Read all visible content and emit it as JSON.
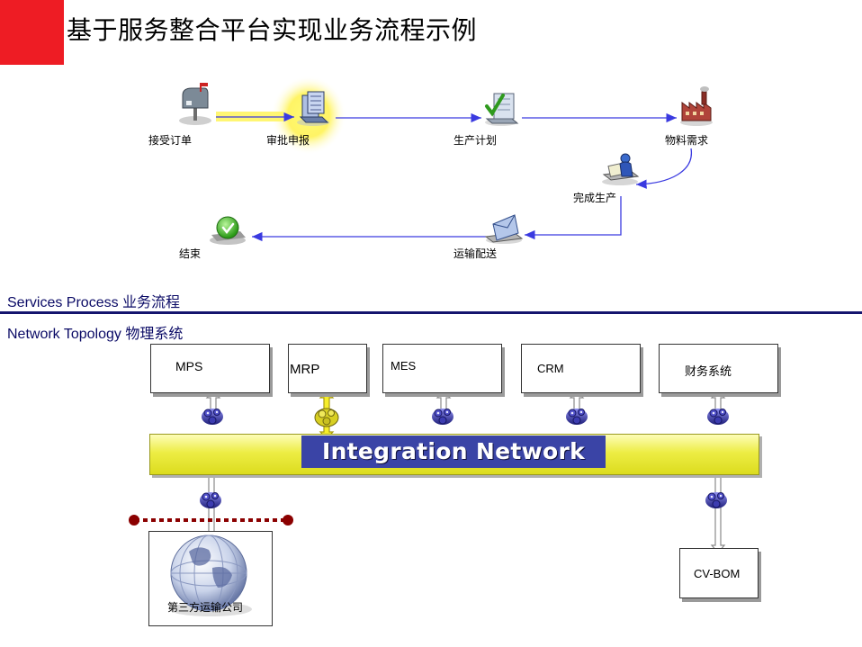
{
  "header": {
    "title": "基于服务整合平台实现业务流程示例"
  },
  "process": {
    "steps": {
      "receive_order": "接受订单",
      "approval": "审批申报",
      "production_plan": "生产计划",
      "material_demand": "物料需求",
      "production_done": "完成生产",
      "delivery": "运输配送",
      "end": "结束"
    },
    "highlighted_step": "审批申报"
  },
  "sections": {
    "services_process": "Services Process 业务流程",
    "network_topology": "Network Topology 物理系统"
  },
  "topology": {
    "systems": {
      "mps": "MPS",
      "mrp": "MRP",
      "mes": "MES",
      "crm": "CRM",
      "finance": "财务系统",
      "cvbom": "CV-BOM",
      "logistics": "第三方运输公司"
    },
    "bus_label": "Integration Network"
  },
  "colors": {
    "accent_red": "#ee1c24",
    "flow_arrow": "#3a3ae0",
    "bus_yellow": "#eded44",
    "bus_label_bg": "#3a44a6",
    "section_blue": "#0b0b66",
    "connector_red": "#8b0000"
  },
  "icons": [
    "mailbox-icon",
    "document-approval-icon",
    "plan-check-icon",
    "factory-icon",
    "worker-icon",
    "envelope-icon",
    "check-icon",
    "adapter-icon",
    "globe-icon"
  ]
}
